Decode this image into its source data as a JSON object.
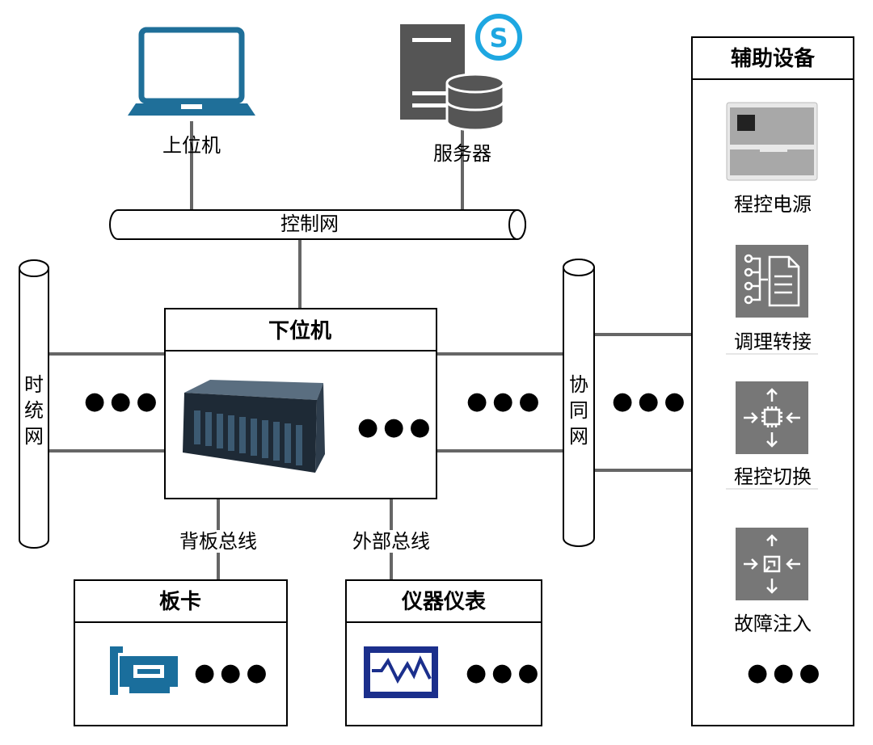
{
  "nodes": {
    "host_pc": "上位机",
    "server": "服务器",
    "lower_pc": "下位机",
    "board_card": "板卡",
    "instruments": "仪器仪表",
    "aux_devices": "辅助设备"
  },
  "networks": {
    "control_net": "控制网",
    "timing_net": "时统网",
    "coop_net": "协同网"
  },
  "buses": {
    "backplane_bus": "背板总线",
    "external_bus": "外部总线"
  },
  "aux_items": [
    {
      "label": "程控电源",
      "icon": "programmable-power-supply-icon"
    },
    {
      "label": "调理转接",
      "icon": "signal-conditioning-icon"
    },
    {
      "label": "程控切换",
      "icon": "switch-matrix-icon"
    },
    {
      "label": "故障注入",
      "icon": "fault-injection-icon"
    }
  ],
  "ellipsis": "●●●",
  "colors": {
    "laptop_blue": "#1f6f99",
    "server_gray": "#555555",
    "skype_blue": "#1ea7e1",
    "icon_tile_gray": "#777777",
    "board_blue": "#1a6e9c",
    "monitor_navy": "#1b2f8c",
    "line_gray": "#666666"
  }
}
